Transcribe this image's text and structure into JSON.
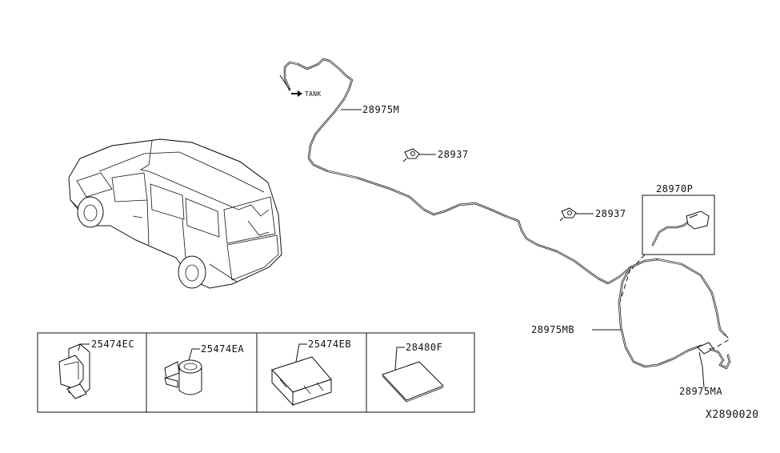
{
  "diagram_id": "X2890020",
  "labels": {
    "tank": "TANK",
    "hose_main": "28975M",
    "nozzle_1": "28937",
    "nozzle_2": "28937",
    "nozzle_assy": "28970P",
    "hose_mb": "28975MB",
    "hose_ma": "28975MA"
  },
  "parts_table": [
    {
      "part_no": "25474EC",
      "icon": "clip-icon"
    },
    {
      "part_no": "25474EA",
      "icon": "clamp-icon"
    },
    {
      "part_no": "25474EB",
      "icon": "bracket-icon"
    },
    {
      "part_no": "28480F",
      "icon": "pad-icon"
    }
  ]
}
